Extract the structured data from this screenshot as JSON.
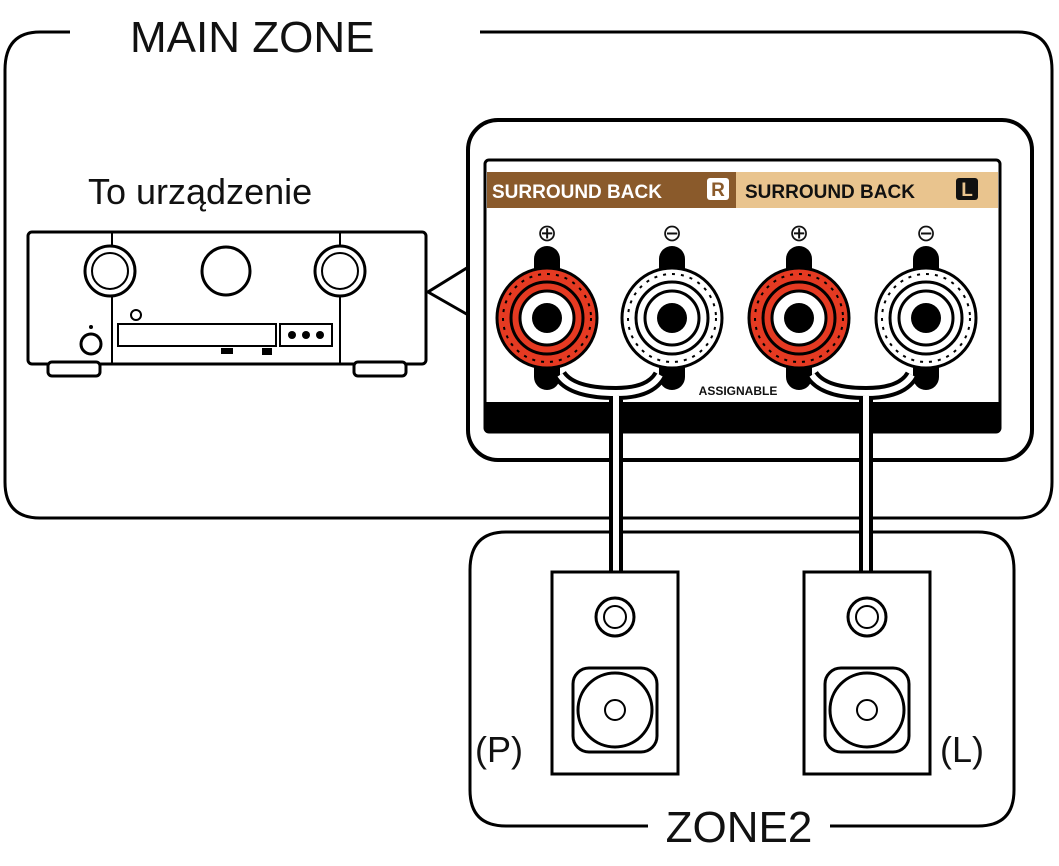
{
  "main_zone_label": "MAIN ZONE",
  "zone2_label": "ZONE2",
  "device_label": "To urządzenie",
  "terminal_labels": {
    "back_right": "SURROUND BACK",
    "back_right_badge": "R",
    "back_left": "SURROUND BACK",
    "back_left_badge": "L",
    "assignable": "ASSIGNABLE"
  },
  "polarity": {
    "plus": "⊕",
    "minus": "⊖"
  },
  "speaker_labels": {
    "right": "(P)",
    "left": "(L)"
  },
  "colors": {
    "back_right_banner": "#8a5a2b",
    "back_left_banner": "#e9c48e",
    "positive_terminal": "#e53a22",
    "negative_terminal": "#ffffff",
    "outline": "#000000"
  }
}
